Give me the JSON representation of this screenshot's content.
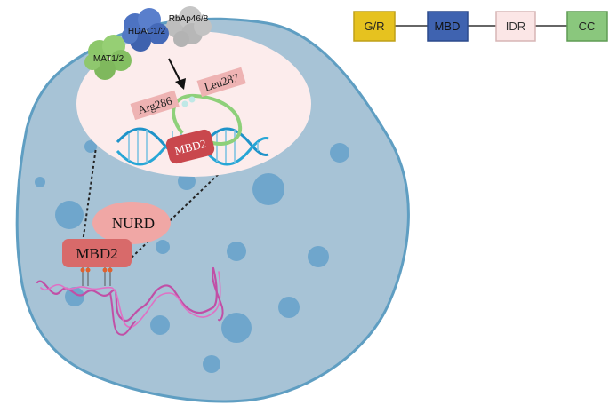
{
  "domain_bar": {
    "items": [
      {
        "label": "G/R",
        "fill": "#e6c21f",
        "stroke": "#bfa018"
      },
      {
        "label": "MBD",
        "fill": "#3f63b0",
        "stroke": "#2b4a8c"
      },
      {
        "label": "IDR",
        "fill": "#fbe6e6",
        "stroke": "#d7b5b5"
      },
      {
        "label": "CC",
        "fill": "#8ac77d",
        "stroke": "#5f9c54"
      }
    ]
  },
  "inset": {
    "complex": {
      "hdac": "HDAC1/2",
      "rbap": "RbAp46/8",
      "mat": "MAT1/2"
    },
    "residues": {
      "arg": "Arg286",
      "leu": "Leu287"
    },
    "mbd2_label": "MBD2"
  },
  "nucleus": {
    "nurd_label": "NURD",
    "mbd2_label": "MBD2"
  },
  "colors": {
    "nucleus_fill": "#a7c3d6",
    "nucleus_stroke": "#5f9ec2",
    "blob_fill": "#6fa6cc",
    "inset_fill": "#fcecec",
    "mbd2_fill": "#d86a6a",
    "nurd_fill": "#f0a7a5",
    "chromatin": "#c14fa6",
    "dna_blue": "#27a6d6",
    "green_loop": "#8ed07a"
  }
}
